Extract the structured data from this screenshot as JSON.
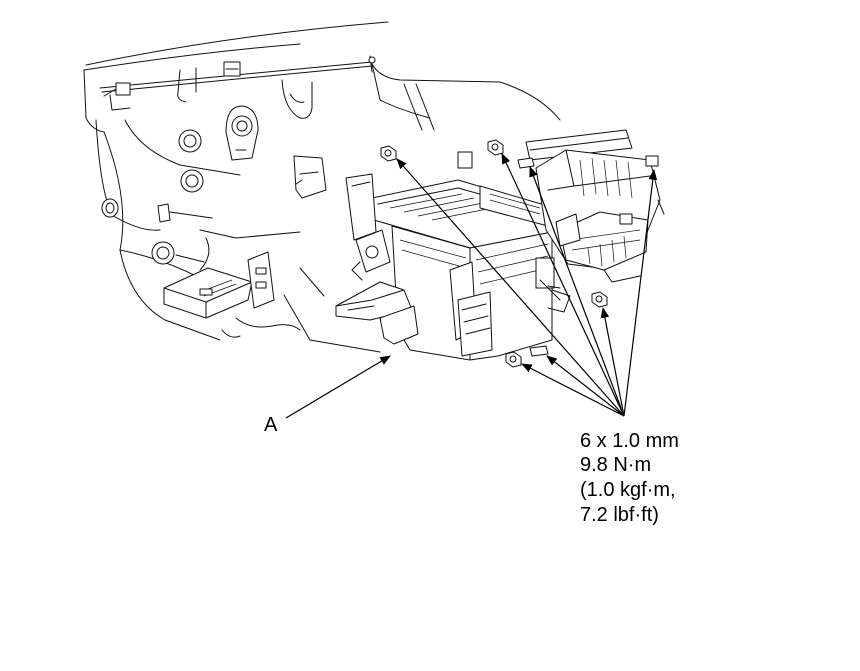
{
  "callouts": {
    "part_label": "A",
    "spec_line1": "6 x 1.0 mm",
    "spec_line2": "9.8 N·m",
    "spec_line3": "(1.0 kgf·m,",
    "spec_line4": "7.2 lbf·ft)"
  },
  "colors": {
    "line": "#111111",
    "background": "#ffffff"
  }
}
